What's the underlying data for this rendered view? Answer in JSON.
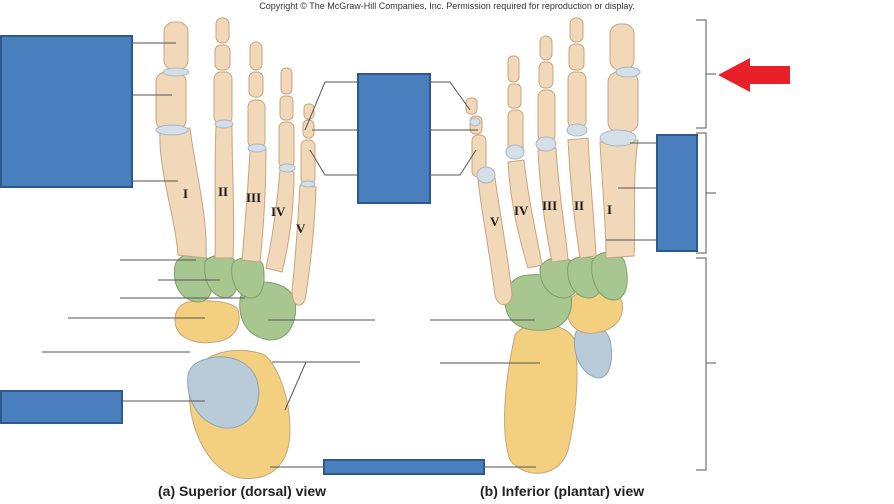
{
  "copyright": "Copyright © The McGraw-Hill Companies, Inc. Permission required for reproduction or display.",
  "captions": {
    "superior": "(a) Superior (dorsal) view",
    "inferior": "(b) Inferior (plantar) view"
  },
  "numerals_dorsal": [
    "I",
    "II",
    "III",
    "IV",
    "V"
  ],
  "numerals_plantar": [
    "V",
    "IV",
    "III",
    "II",
    "I"
  ],
  "colors": {
    "bone": "#f0d8b8",
    "bone_outline": "#c9a47c",
    "tarsal_green": "#a8c68f",
    "tarsal_yellow": "#f3cf80",
    "talus_blue": "#b9cbd8",
    "cartilage": "#d4dfe8",
    "label_box": "#4a7fbd",
    "arrow": "#e8202a",
    "leader_line": "#555555"
  },
  "icons": [
    "red-arrow-icon"
  ]
}
